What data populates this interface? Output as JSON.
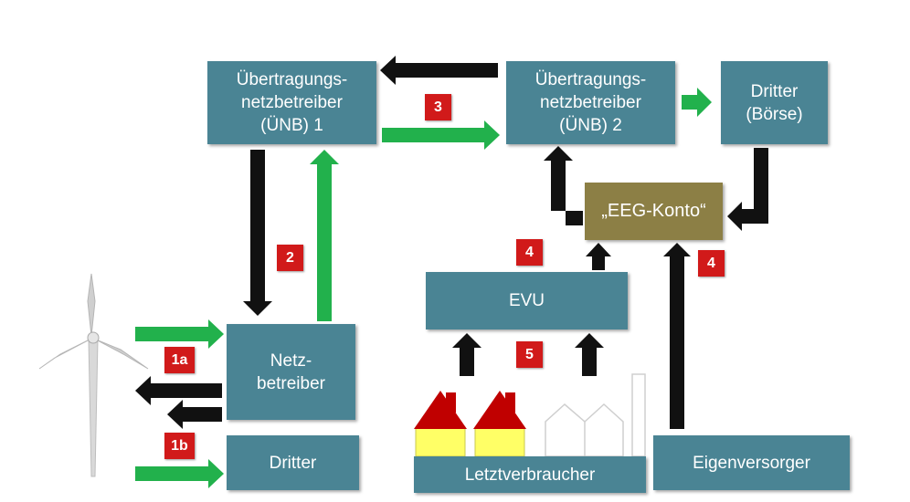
{
  "nodes": {
    "uenb1": "Übertragungs-\nnetzbetreiber\n(ÜNB) 1",
    "uenb2": "Übertragungs-\nnetzbetreiber\n(ÜNB) 2",
    "dritter_boerse": "Dritter\n(Börse)",
    "eeg_konto": "„EEG-Konto“",
    "evu": "EVU",
    "netzbetreiber": "Netz-\nbetreiber",
    "dritter": "Dritter",
    "letztverbraucher": "Letztverbraucher",
    "eigenversorger": "Eigenversorger"
  },
  "badges": {
    "b1a": "1a",
    "b1b": "1b",
    "b2": "2",
    "b3": "3",
    "b4_left": "4",
    "b4_right": "4",
    "b5": "5"
  },
  "colors": {
    "box": "#4a8494",
    "konto": "#8c7f45",
    "badge": "#d11a1a",
    "arrow_green": "#22b14c",
    "arrow_black": "#111111"
  }
}
